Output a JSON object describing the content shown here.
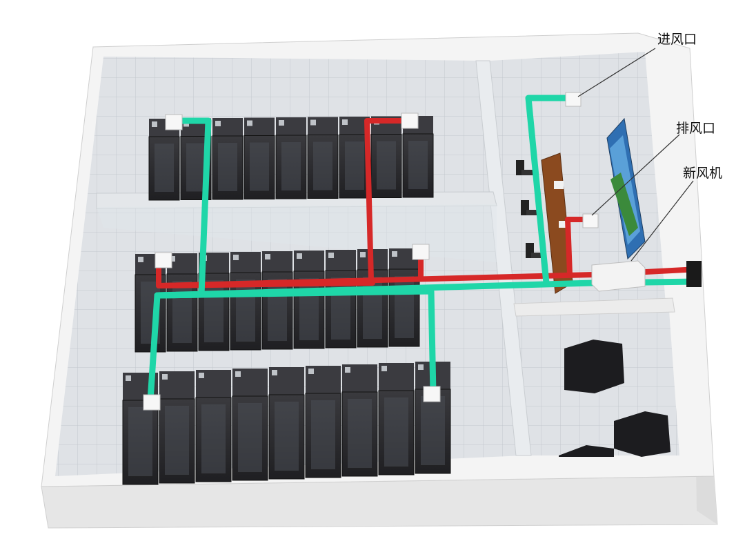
{
  "labels": {
    "air_inlet": "进风口",
    "exhaust_outlet": "排风口",
    "fresh_air_unit": "新风机"
  },
  "colors": {
    "supply_duct": "#1fd6a8",
    "exhaust_duct": "#d62828",
    "rack_body": "#2b2b2e",
    "floor_tile": "#dfe2e6",
    "wall": "#f2f2f2"
  },
  "icons": {
    "rack": "server-rack-icon",
    "vent": "vent-icon",
    "chair": "chair-icon",
    "ac_unit": "precision-ac-icon"
  }
}
